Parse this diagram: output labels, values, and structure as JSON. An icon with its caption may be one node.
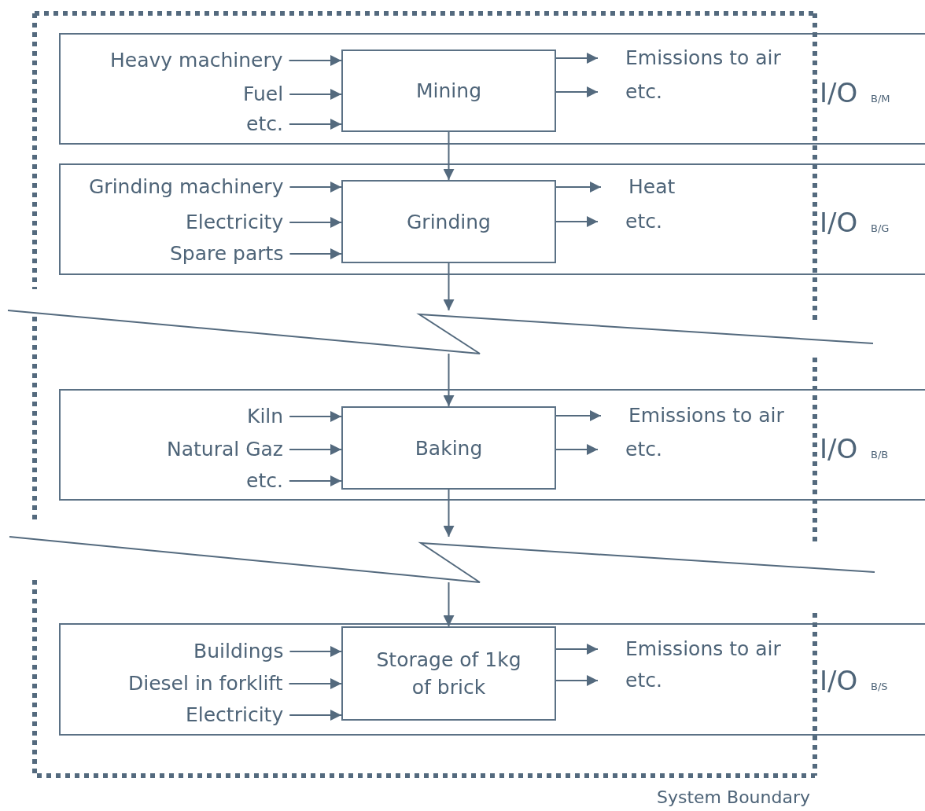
{
  "diagram": {
    "nodes": [
      {
        "text": [
          "System Boundary"
        ]
      },
      {
        "text": [
          "I/O $_{B/M}$"
        ]
      },
      {
        "text": [
          "Heavy machinery"
        ],
        "in": 1
      },
      {
        "text": [
          "Fuel"
        ],
        "in": 1
      },
      {
        "text": [
          "etc."
        ],
        "in": 1
      },
      {
        "text": [
          "Mining"
        ],
        "in": 1
      },
      {
        "text": [
          "Emissions to air"
        ],
        "in": 1
      },
      {
        "text": [
          "etc."
        ],
        "in": 1
      },
      {
        "text": [
          "I/O $_{B/G}$"
        ]
      },
      {
        "text": [
          "Grinding machinery"
        ],
        "in": 8
      },
      {
        "text": [
          "Electricity"
        ],
        "in": 8
      },
      {
        "text": [
          "Spare parts"
        ],
        "in": 8
      },
      {
        "text": [
          "Grinding"
        ],
        "in": 8
      },
      {
        "text": [
          "Heat"
        ],
        "in": 8
      },
      {
        "text": [
          "etc."
        ],
        "in": 8
      },
      {
        "text": [
          "I/O $_{B/B}$"
        ]
      },
      {
        "text": [
          "Kiln"
        ],
        "in": 15
      },
      {
        "text": [
          "Natural Gaz"
        ],
        "in": 15
      },
      {
        "text": [
          "etc."
        ],
        "in": 15
      },
      {
        "text": [
          "Baking"
        ],
        "in": 15
      },
      {
        "text": [
          "Emissions to air"
        ],
        "in": 15
      },
      {
        "text": [
          "etc."
        ],
        "in": 15
      },
      {
        "text": [
          "I/O $_{B/S}$"
        ]
      },
      {
        "text": [
          "Buildings"
        ],
        "in": 22
      },
      {
        "text": [
          "Diesel in forklift"
        ],
        "in": 22
      },
      {
        "text": [
          "Electricity"
        ],
        "in": 22
      },
      {
        "text": [
          "Storage of 1kg of brick"
        ],
        "in": 22
      },
      {
        "text": [
          "Emissions to air"
        ],
        "in": 22
      },
      {
        "text": [
          "etc."
        ],
        "in": 22
      },
      {
        "text": [],
        "shape": "break"
      },
      {
        "text": [],
        "shape": "break"
      }
    ],
    "edges": [
      {
        "from": 2,
        "to": 5,
        "arrow": "to"
      },
      {
        "from": 3,
        "to": 5,
        "arrow": "to"
      },
      {
        "from": 4,
        "to": 5,
        "arrow": "to"
      },
      {
        "from": 5,
        "to": 6,
        "arrow": "to"
      },
      {
        "from": 5,
        "to": 7,
        "arrow": "to"
      },
      {
        "from": 5,
        "to": 12,
        "arrow": "to"
      },
      {
        "from": 9,
        "to": 12,
        "arrow": "to"
      },
      {
        "from": 10,
        "to": 12,
        "arrow": "to"
      },
      {
        "from": 11,
        "to": 12,
        "arrow": "to"
      },
      {
        "from": 12,
        "to": 13,
        "arrow": "to"
      },
      {
        "from": 12,
        "to": 14,
        "arrow": "to"
      },
      {
        "from": 12,
        "to": 29,
        "arrow": "to"
      },
      {
        "from": 29,
        "to": 19,
        "arrow": "to"
      },
      {
        "from": 16,
        "to": 19,
        "arrow": "to"
      },
      {
        "from": 17,
        "to": 19,
        "arrow": "to"
      },
      {
        "from": 18,
        "to": 19,
        "arrow": "to"
      },
      {
        "from": 19,
        "to": 20,
        "arrow": "to"
      },
      {
        "from": 19,
        "to": 21,
        "arrow": "to"
      },
      {
        "from": 19,
        "to": 30,
        "arrow": "to"
      },
      {
        "from": 30,
        "to": 26,
        "arrow": "to"
      },
      {
        "from": 23,
        "to": 26,
        "arrow": "to"
      },
      {
        "from": 24,
        "to": 26,
        "arrow": "to"
      },
      {
        "from": 25,
        "to": 26,
        "arrow": "to"
      },
      {
        "from": 26,
        "to": 27,
        "arrow": "to"
      },
      {
        "from": 26,
        "to": 28,
        "arrow": "to"
      }
    ]
  }
}
